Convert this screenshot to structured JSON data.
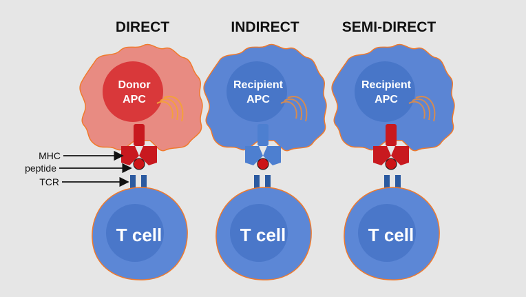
{
  "headings": {
    "direct": "DIRECT",
    "indirect": "INDIRECT",
    "semi_direct": "SEMI-DIRECT"
  },
  "apc_labels": {
    "direct": [
      "Donor",
      "APC"
    ],
    "indirect": [
      "Recipient",
      "APC"
    ],
    "semi_direct": [
      "Recipient",
      "APC"
    ]
  },
  "t_cell_label": "T cell",
  "side_labels": {
    "mhc": "MHC",
    "peptide": "peptide",
    "tcr": "TCR"
  },
  "colors": {
    "background": "#e6e6e6",
    "donor_cell": "#e8837a",
    "donor_nucleus": "#d9383a",
    "recipient_cell": "#5b85d4",
    "recipient_nucleus": "#4876c8",
    "t_cell": "#5c87d6",
    "t_cell_nucleus": "#4a77c9",
    "cell_outline": "#f07a2c",
    "mhc_red": "#c8191f",
    "mhc_blue": "#4d7fd0",
    "tcr": "#2b5aa0",
    "peptide": "#cc1416"
  }
}
